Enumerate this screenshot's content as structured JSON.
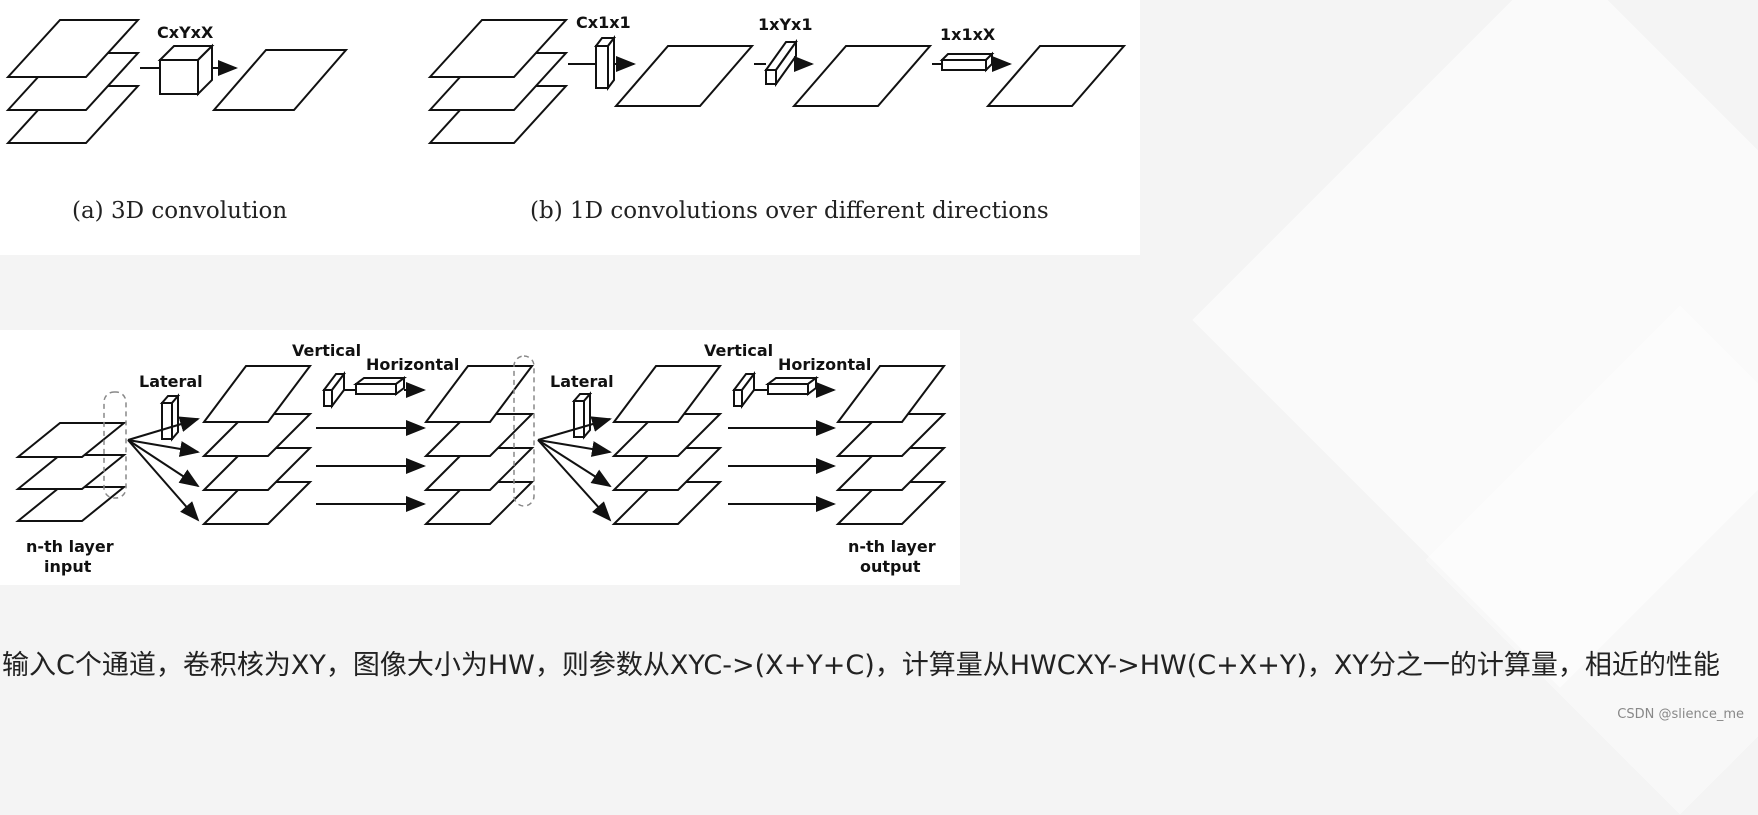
{
  "top_diagram": {
    "kernel_3d": "CxYxX",
    "kernel_c": "Cx1x1",
    "kernel_y": "1xYx1",
    "kernel_x": "1x1xX",
    "caption_a": "(a) 3D convolution",
    "caption_b": "(b) 1D convolutions over different directions"
  },
  "bottom_diagram": {
    "lateral_1": "Lateral",
    "vertical_1": "Vertical",
    "horizontal_1": "Horizontal",
    "lateral_2": "Lateral",
    "vertical_2": "Vertical",
    "horizontal_2": "Horizontal",
    "input_label_1": "n-th layer",
    "input_label_2": "input",
    "output_label_1": "n-th layer",
    "output_label_2": "output"
  },
  "description": "输入C个通道，卷积核为XY，图像大小为HW，则参数从XYC->(X+Y+C)，计算量从HWCXY->HW(C+X+Y)，XY分之一的计算量，相近的性能",
  "watermark": "CSDN @slience_me"
}
